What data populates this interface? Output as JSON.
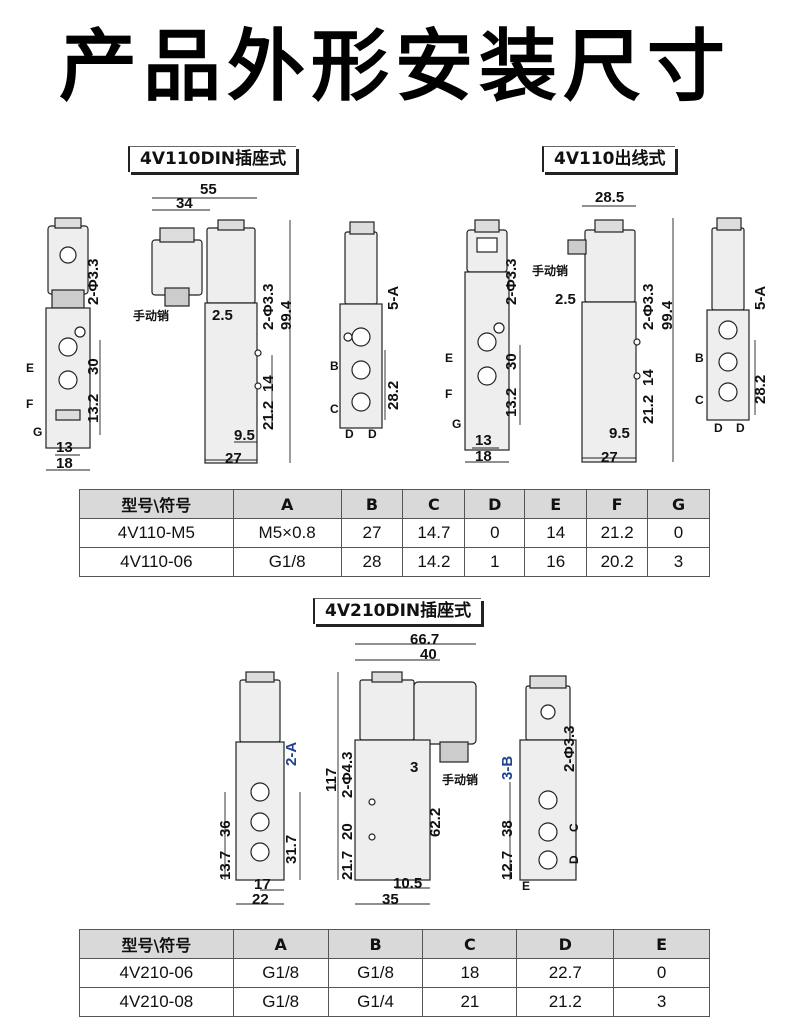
{
  "page": {
    "title": "产品外形安装尺寸"
  },
  "sections": {
    "s1": "4V110DIN插座式",
    "s2": "4V110出线式",
    "s3": "4V210DIN插座式"
  },
  "labels": {
    "manual_pin": "手动销",
    "letters": {
      "A": "A",
      "B": "B",
      "C": "C",
      "D": "D",
      "E": "E",
      "F": "F",
      "G": "G"
    }
  },
  "dims_4v110_din": {
    "w55": "55",
    "w34": "34",
    "d2p5": "2.5",
    "hole": "2-Φ3.3",
    "h99": "99.4",
    "h14": "14",
    "h21": "21.2",
    "w9": "9.5",
    "w27": "27",
    "p5a": "5-A",
    "h28": "28.2",
    "h30": "30",
    "h13": "13.2",
    "w13": "13",
    "w18": "18"
  },
  "dims_4v110_wire": {
    "w28": "28.5",
    "d2p5": "2.5",
    "hole": "2-Φ3.3",
    "h99": "99.4",
    "h14": "14",
    "h21": "21.2",
    "w9": "9.5",
    "w27": "27",
    "p5a": "5-A",
    "h28": "28.2",
    "h30": "30",
    "h13": "13.2",
    "w13": "13",
    "w18": "18"
  },
  "dims_4v210_din": {
    "w66": "66.7",
    "w40": "40",
    "h117": "117",
    "hole43": "2-Φ4.3",
    "d3": "3",
    "h20": "20",
    "h21": "21.7",
    "h62": "62.2",
    "w10": "10.5",
    "w35": "35",
    "p2a": "2-A",
    "h36": "36",
    "h13": "13.7",
    "h31": "31.7",
    "w17": "17",
    "w22": "22",
    "p3b": "3-B",
    "hole33": "2-Φ3.3",
    "h38": "38",
    "h12": "12.7"
  },
  "table1": {
    "headers": [
      "型号\\符号",
      "A",
      "B",
      "C",
      "D",
      "E",
      "F",
      "G"
    ],
    "rows": [
      [
        "4V110-M5",
        "M5×0.8",
        "27",
        "14.7",
        "0",
        "14",
        "21.2",
        "0"
      ],
      [
        "4V110-06",
        "G1/8",
        "28",
        "14.2",
        "1",
        "16",
        "20.2",
        "3"
      ]
    ]
  },
  "table2": {
    "headers": [
      "型号\\符号",
      "A",
      "B",
      "C",
      "D",
      "E"
    ],
    "rows": [
      [
        "4V210-06",
        "G1/8",
        "G1/8",
        "18",
        "22.7",
        "0"
      ],
      [
        "4V210-08",
        "G1/8",
        "G1/4",
        "21",
        "21.2",
        "3"
      ]
    ]
  },
  "colors": {
    "body": "#eeeeee",
    "line": "#222222",
    "accent": "#1f3f8f"
  }
}
